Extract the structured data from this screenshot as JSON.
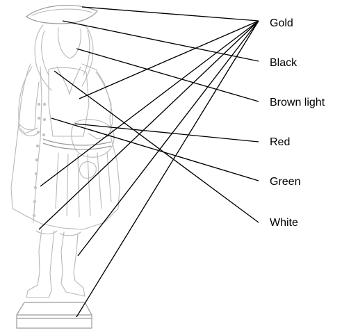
{
  "labels": [
    {
      "key": "gold",
      "text": "Gold"
    },
    {
      "key": "black",
      "text": "Black"
    },
    {
      "key": "brown_light",
      "text": "Brown light"
    },
    {
      "key": "red",
      "text": "Red"
    },
    {
      "key": "green",
      "text": "Green"
    },
    {
      "key": "white",
      "text": "White"
    }
  ],
  "leader_lines": [
    {
      "label": "Gold",
      "targets": [
        "hat brim",
        "chest",
        "coat front",
        "coat hem",
        "boot",
        "pedestal base"
      ]
    },
    {
      "label": "Black",
      "targets": [
        "hat"
      ]
    },
    {
      "label": "Brown light",
      "targets": [
        "hair"
      ]
    },
    {
      "label": "Red",
      "targets": [
        "waist sash"
      ]
    },
    {
      "label": "Green",
      "targets": [
        "coat"
      ]
    },
    {
      "label": "White",
      "targets": [
        "cravat"
      ]
    }
  ]
}
